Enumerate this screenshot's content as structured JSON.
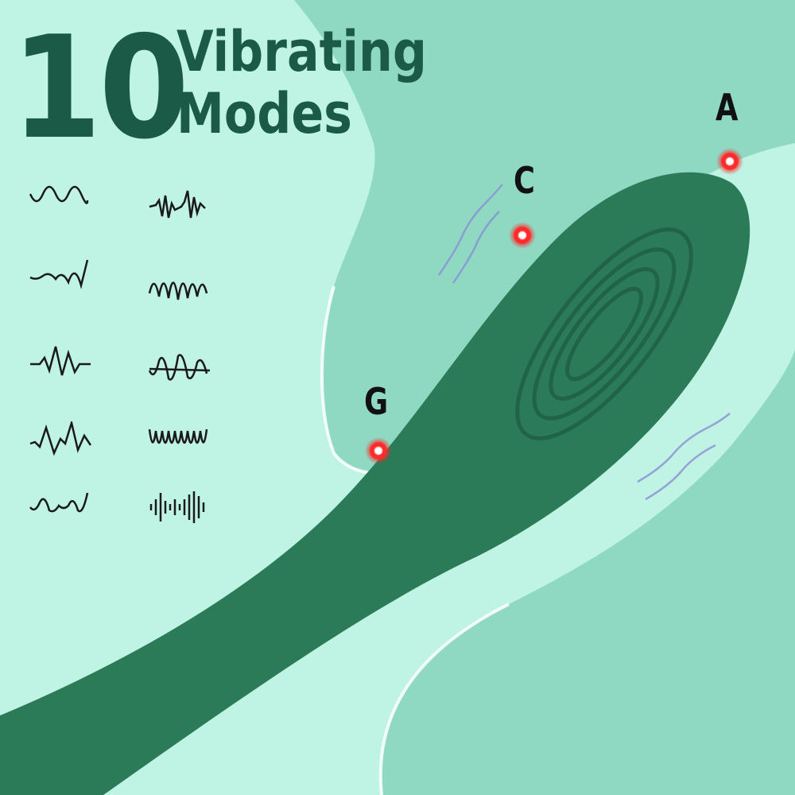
{
  "title": {
    "number": "10",
    "line1": "Vibrating",
    "line2": "Modes"
  },
  "colors": {
    "background_light": "#bff3e3",
    "background_mid": "#8fd8c2",
    "title_text": "#1c5a48",
    "product_green": "#2b7a58",
    "marker_red": "#ff2a2a"
  },
  "modes": [
    {
      "id": 1,
      "icon": "sine-wave-icon"
    },
    {
      "id": 2,
      "icon": "burst-wave-icon"
    },
    {
      "id": 3,
      "icon": "rising-wave-icon"
    },
    {
      "id": 4,
      "icon": "amplitude-swell-wave-icon"
    },
    {
      "id": 5,
      "icon": "pulse-spike-wave-icon"
    },
    {
      "id": 6,
      "icon": "overlapping-wave-icon"
    },
    {
      "id": 7,
      "icon": "irregular-spike-wave-icon"
    },
    {
      "id": 8,
      "icon": "dense-sine-wave-icon"
    },
    {
      "id": 9,
      "icon": "intermittent-wave-icon"
    },
    {
      "id": 10,
      "icon": "audio-bars-wave-icon"
    }
  ],
  "markers": [
    {
      "label": "A"
    },
    {
      "label": "C"
    },
    {
      "label": "G"
    }
  ]
}
